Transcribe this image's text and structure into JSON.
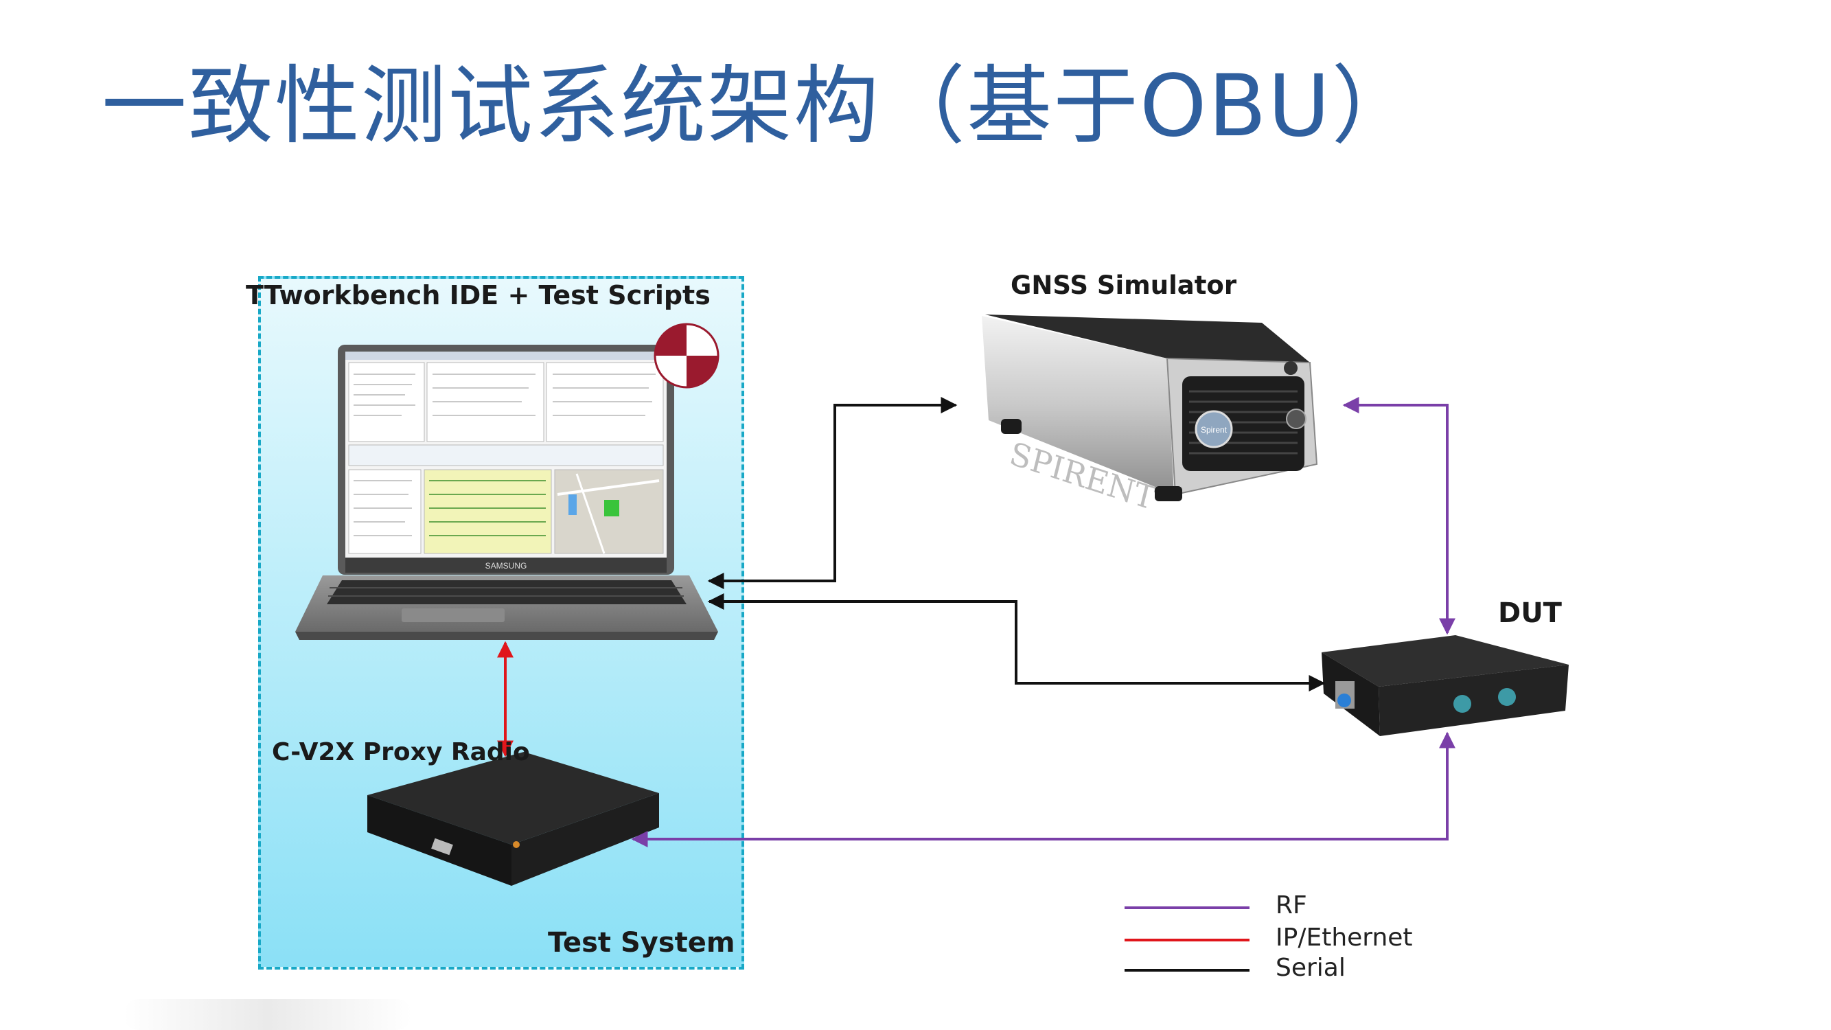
{
  "slide": {
    "title": "一致性测试系统架构（基于OBU）"
  },
  "labels": {
    "ide": "TTworkbench IDE + Test Scripts",
    "proxy_radio": "C-V2X Proxy Radio",
    "test_system": "Test System",
    "gnss": "GNSS Simulator",
    "dut": "DUT",
    "laptop_brand": "SAMSUNG",
    "gnss_brand": "SPIRENT",
    "gnss_badge": "Spirent"
  },
  "legend": [
    {
      "name": "RF",
      "color": "#7a3fa8"
    },
    {
      "name": "IP/Ethernet",
      "color": "#e0161b"
    },
    {
      "name": "Serial",
      "color": "#111111"
    }
  ],
  "colors": {
    "title": "#2f5f9e",
    "test_box_border": "#18a8c6",
    "rf": "#7a3fa8",
    "ip": "#e0161b",
    "serial": "#111111"
  },
  "icons": {
    "logo": "red-white-quadrant-logo",
    "laptop": "laptop-icon",
    "gnss": "gnss-simulator-device",
    "dut": "obu-device",
    "radio": "proxy-radio-device"
  }
}
